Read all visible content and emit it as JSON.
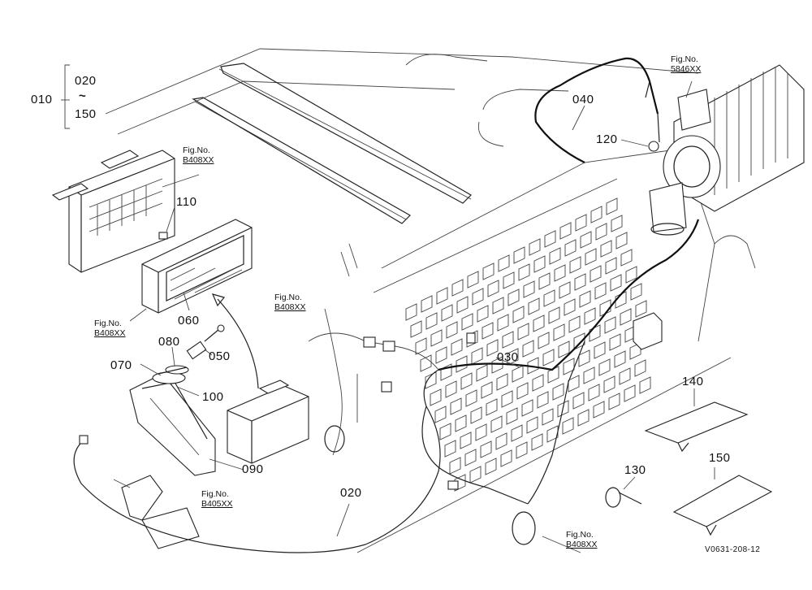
{
  "labels": {
    "p010": "010",
    "p020_range_top": "020",
    "p020_range_sep": "~",
    "p150_range_bottom": "150",
    "p020": "020",
    "p030": "030",
    "p040": "040",
    "p050": "050",
    "p060": "060",
    "p070": "070",
    "p080": "080",
    "p090": "090",
    "p100": "100",
    "p110": "110",
    "p120": "120",
    "p130": "130",
    "p140": "140",
    "p150": "150"
  },
  "figrefs": {
    "fig_top_right": {
      "caption": "Fig.No.",
      "ref": "5846XX"
    },
    "fig_fusebox": {
      "caption": "Fig.No.",
      "ref": "B408XX"
    },
    "fig_center": {
      "caption": "Fig.No.",
      "ref": "B408XX"
    },
    "fig_left": {
      "caption": "Fig.No.",
      "ref": "B408XX"
    },
    "fig_bottom_left": {
      "caption": "Fig.No.",
      "ref": "B405XX"
    },
    "fig_bottom_right": {
      "caption": "Fig.No.",
      "ref": "B408XX"
    }
  },
  "drawing_code": "V0631-208-12"
}
